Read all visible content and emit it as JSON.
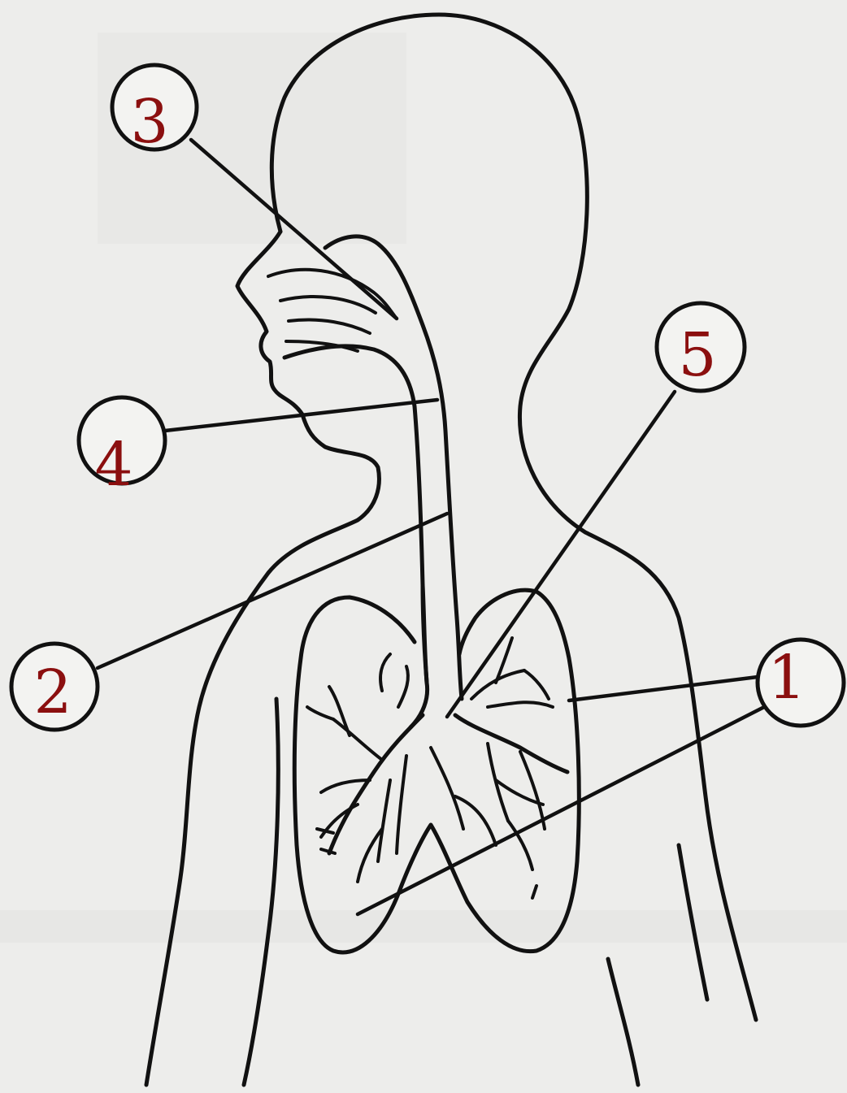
{
  "diagram": {
    "labels": [
      "1",
      "2",
      "3",
      "4",
      "5"
    ],
    "colors": {
      "label_text": "#8b0f0f",
      "line": "#111111",
      "background": "#ededeb"
    }
  }
}
